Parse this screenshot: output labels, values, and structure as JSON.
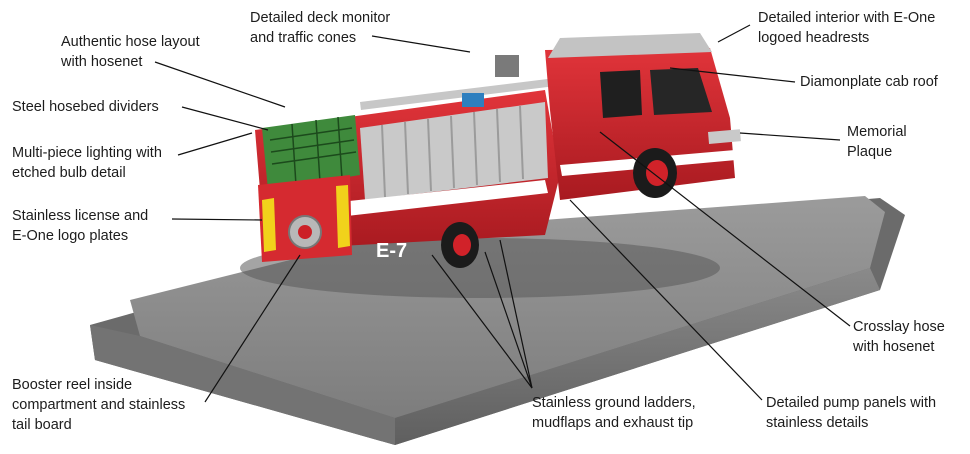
{
  "colors": {
    "truck_red": "#d4242b",
    "base_gray": "#8a8a8a",
    "leader_line": "#111111"
  },
  "vehicle": {
    "unit_marking": "E-7"
  },
  "callouts": {
    "deck_monitor": [
      "Detailed deck monitor",
      "and traffic cones"
    ],
    "interior": [
      "Detailed interior with E-One",
      "logoed headrests"
    ],
    "hose_layout": [
      "Authentic hose layout",
      "with hosenet"
    ],
    "cab_roof": [
      "Diamonplate cab roof"
    ],
    "hosebed": [
      "Steel hosebed dividers"
    ],
    "memorial": [
      "Memorial",
      "Plaque"
    ],
    "lighting": [
      "Multi-piece lighting with",
      "etched bulb detail"
    ],
    "license": [
      "Stainless license and",
      "E-One logo plates"
    ],
    "crosslay": [
      "Crosslay hose",
      "with hosenet"
    ],
    "booster": [
      "Booster reel inside",
      "compartment and stainless",
      "tail board"
    ],
    "ladders": [
      "Stainless ground ladders,",
      "mudflaps and exhaust tip"
    ],
    "pump": [
      "Detailed pump panels with",
      "stainless details"
    ]
  }
}
